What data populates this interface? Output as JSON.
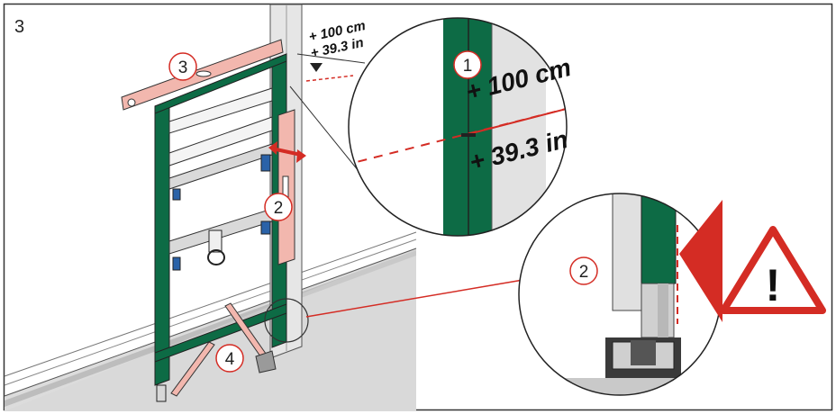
{
  "step_number": "3",
  "callouts": {
    "level": "3",
    "mark": "1",
    "adjust": "2",
    "adjust_detail": "2",
    "legs": "4"
  },
  "height_mark": {
    "metric": "+ 100 cm",
    "imperial": "+ 39.3 in"
  },
  "warning_symbol": "!",
  "colors": {
    "frame_green": "#0d6b45",
    "accent_red": "#d42c24",
    "level_pink": "#f2b7ae",
    "wall_grey": "#dedede",
    "floor_grey": "#cfcfcf",
    "outline": "#222222"
  }
}
